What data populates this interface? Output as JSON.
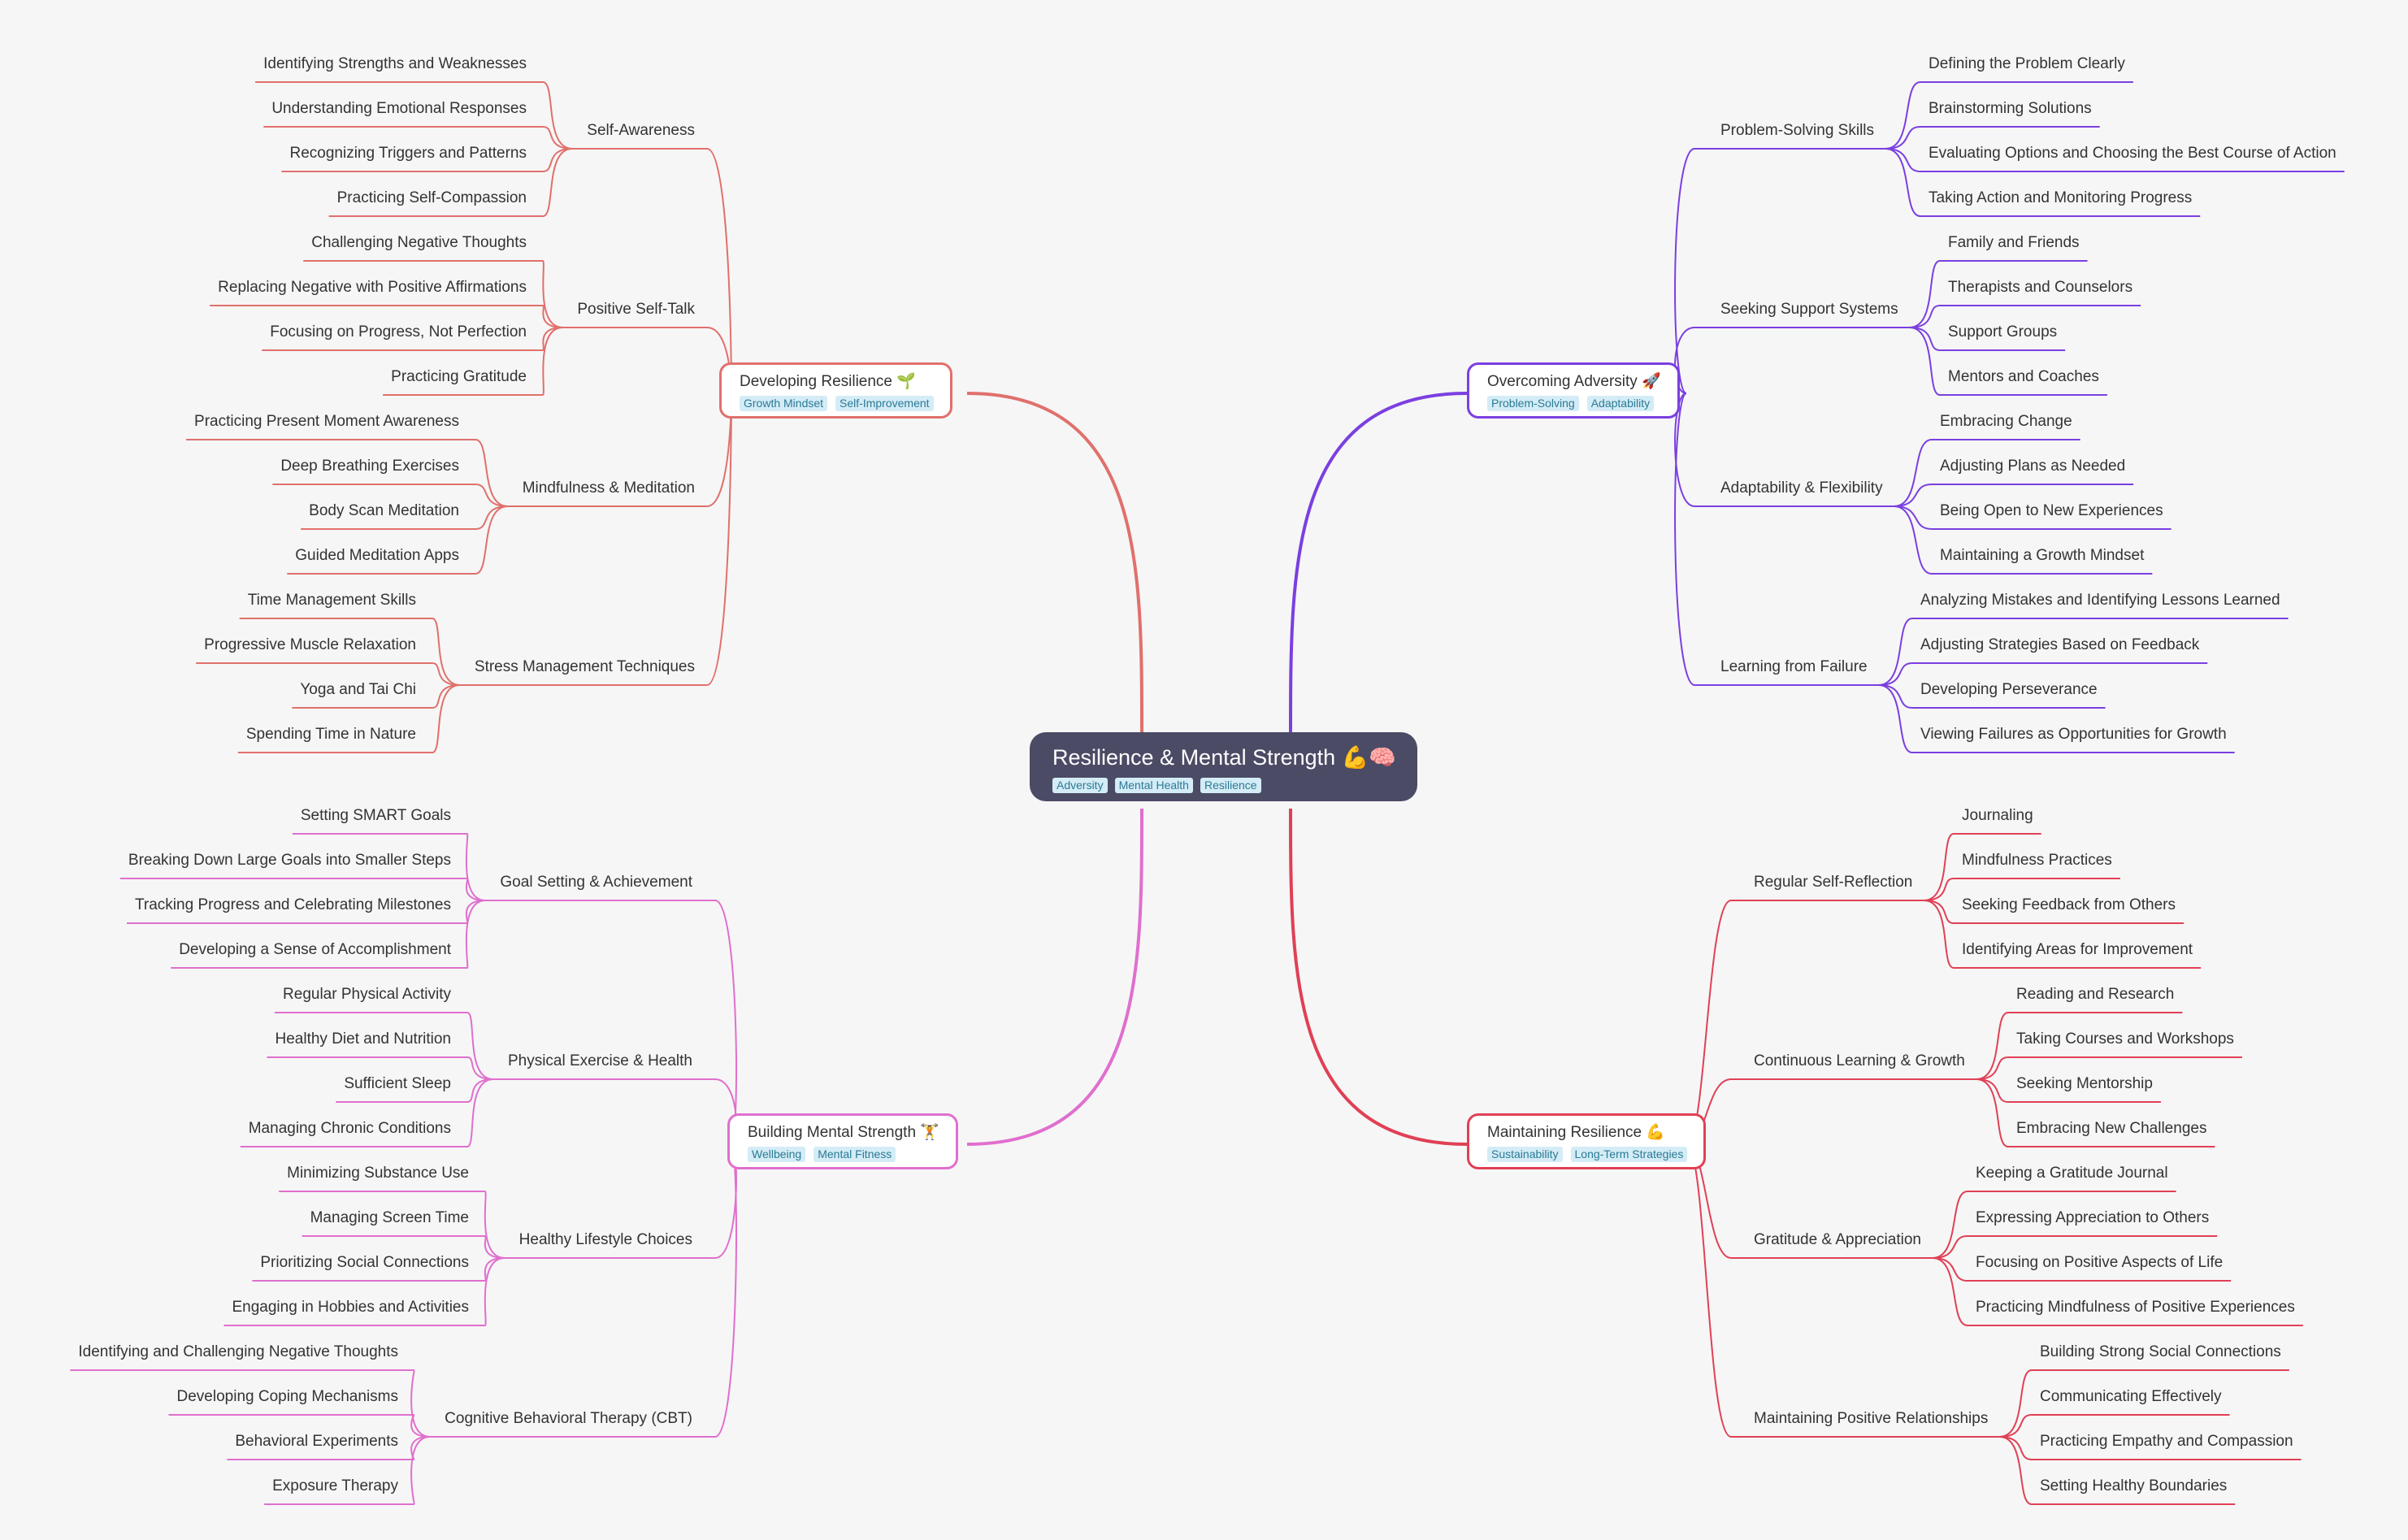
{
  "colors": {
    "dev": "#e0706c",
    "ovc": "#7b3fe0",
    "bld": "#e06fce",
    "mnt": "#e04055",
    "central": "#4b4b66",
    "tag_bg": "#d4ecf6"
  },
  "central": {
    "title": "Resilience & Mental Strength 💪🧠",
    "tags": [
      "Adversity",
      "Mental Health",
      "Resilience"
    ]
  },
  "branches": [
    {
      "key": "dev",
      "title": "Developing Resilience 🌱",
      "tags": [
        "Growth Mindset",
        "Self-Improvement"
      ],
      "side": "left",
      "subs": [
        {
          "label": "Self-Awareness",
          "leaves": [
            "Identifying Strengths and Weaknesses",
            "Understanding Emotional Responses",
            "Recognizing Triggers and Patterns",
            "Practicing Self-Compassion"
          ]
        },
        {
          "label": "Positive Self-Talk",
          "leaves": [
            "Challenging Negative Thoughts",
            "Replacing Negative with Positive Affirmations",
            "Focusing on Progress, Not Perfection",
            "Practicing Gratitude"
          ]
        },
        {
          "label": "Mindfulness & Meditation",
          "leaves": [
            "Practicing Present Moment Awareness",
            "Deep Breathing Exercises",
            "Body Scan Meditation",
            "Guided Meditation Apps"
          ]
        },
        {
          "label": "Stress Management Techniques",
          "leaves": [
            "Time Management Skills",
            "Progressive Muscle Relaxation",
            "Yoga and Tai Chi",
            "Spending Time in Nature"
          ]
        }
      ]
    },
    {
      "key": "ovc",
      "title": "Overcoming Adversity 🚀",
      "tags": [
        "Problem-Solving",
        "Adaptability"
      ],
      "side": "right",
      "subs": [
        {
          "label": "Problem-Solving Skills",
          "leaves": [
            "Defining the Problem Clearly",
            "Brainstorming Solutions",
            "Evaluating Options and Choosing the Best Course of Action",
            "Taking Action and Monitoring Progress"
          ]
        },
        {
          "label": "Seeking Support Systems",
          "leaves": [
            "Family and Friends",
            "Therapists and Counselors",
            "Support Groups",
            "Mentors and Coaches"
          ]
        },
        {
          "label": "Adaptability & Flexibility",
          "leaves": [
            "Embracing Change",
            "Adjusting Plans as Needed",
            "Being Open to New Experiences",
            "Maintaining a Growth Mindset"
          ]
        },
        {
          "label": "Learning from Failure",
          "leaves": [
            "Analyzing Mistakes and Identifying Lessons Learned",
            "Adjusting Strategies Based on Feedback",
            "Developing Perseverance",
            "Viewing Failures as Opportunities for Growth"
          ]
        }
      ]
    },
    {
      "key": "bld",
      "title": "Building Mental Strength 🏋️",
      "tags": [
        "Wellbeing",
        "Mental Fitness"
      ],
      "side": "left",
      "subs": [
        {
          "label": "Goal Setting & Achievement",
          "leaves": [
            "Setting SMART Goals",
            "Breaking Down Large Goals into Smaller Steps",
            "Tracking Progress and Celebrating Milestones",
            "Developing a Sense of Accomplishment"
          ]
        },
        {
          "label": "Physical Exercise & Health",
          "leaves": [
            "Regular Physical Activity",
            "Healthy Diet and Nutrition",
            "Sufficient Sleep",
            "Managing Chronic Conditions"
          ]
        },
        {
          "label": "Healthy Lifestyle Choices",
          "leaves": [
            "Minimizing Substance Use",
            "Managing Screen Time",
            "Prioritizing Social Connections",
            "Engaging in Hobbies and Activities"
          ]
        },
        {
          "label": "Cognitive Behavioral Therapy (CBT)",
          "leaves": [
            "Identifying and Challenging Negative Thoughts",
            "Developing Coping Mechanisms",
            "Behavioral Experiments",
            "Exposure Therapy"
          ]
        }
      ]
    },
    {
      "key": "mnt",
      "title": "Maintaining Resilience 💪",
      "tags": [
        "Sustainability",
        "Long-Term Strategies"
      ],
      "side": "right",
      "subs": [
        {
          "label": "Regular Self-Reflection",
          "leaves": [
            "Journaling",
            "Mindfulness Practices",
            "Seeking Feedback from Others",
            "Identifying Areas for Improvement"
          ]
        },
        {
          "label": "Continuous Learning & Growth",
          "leaves": [
            "Reading and Research",
            "Taking Courses and Workshops",
            "Seeking Mentorship",
            "Embracing New Challenges"
          ]
        },
        {
          "label": "Gratitude & Appreciation",
          "leaves": [
            "Keeping a Gratitude Journal",
            "Expressing Appreciation to Others",
            "Focusing on Positive Aspects of Life",
            "Practicing Mindfulness of Positive Experiences"
          ]
        },
        {
          "label": "Maintaining Positive Relationships",
          "leaves": [
            "Building Strong Social Connections",
            "Communicating Effectively",
            "Practicing Empathy and Compassion",
            "Setting Healthy Boundaries"
          ]
        }
      ]
    }
  ]
}
